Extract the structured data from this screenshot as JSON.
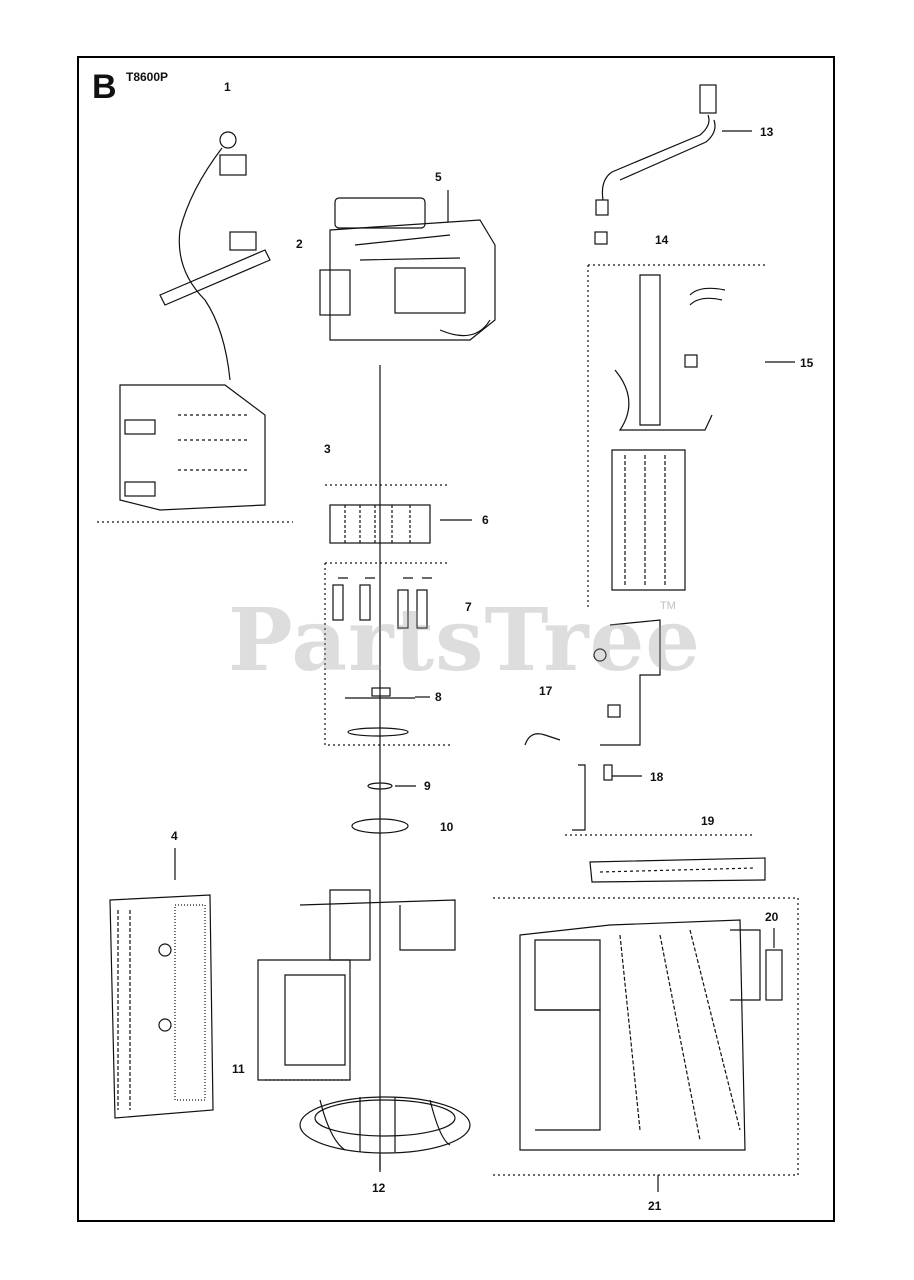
{
  "diagram": {
    "section_letter": "B",
    "model": "T8600P",
    "callouts": [
      {
        "id": "1",
        "text": "1"
      },
      {
        "id": "2",
        "text": "2"
      },
      {
        "id": "3",
        "text": "3"
      },
      {
        "id": "4",
        "text": "4"
      },
      {
        "id": "5",
        "text": "5"
      },
      {
        "id": "6",
        "text": "6"
      },
      {
        "id": "7",
        "text": "7"
      },
      {
        "id": "8",
        "text": "8"
      },
      {
        "id": "9",
        "text": "9"
      },
      {
        "id": "10",
        "text": "10"
      },
      {
        "id": "11",
        "text": "11"
      },
      {
        "id": "12",
        "text": "12"
      },
      {
        "id": "13",
        "text": "13"
      },
      {
        "id": "14",
        "text": "14"
      },
      {
        "id": "15",
        "text": "15"
      },
      {
        "id": "17",
        "text": "17"
      },
      {
        "id": "18",
        "text": "18"
      },
      {
        "id": "19",
        "text": "19"
      },
      {
        "id": "20",
        "text": "20"
      },
      {
        "id": "21",
        "text": "21"
      }
    ]
  },
  "watermark": {
    "text": "PartsTree",
    "trademark": "TM"
  }
}
